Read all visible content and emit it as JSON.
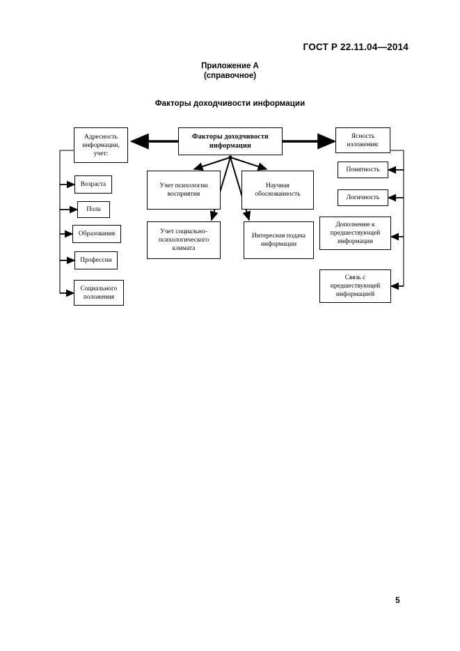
{
  "document": {
    "standard_header": "ГОСТ Р 22.11.04—2014",
    "page_number": "5",
    "appendix_line1": "Приложение А",
    "appendix_line2": "(справочное)",
    "figure_title": "Факторы доходчивости информации"
  },
  "diagram": {
    "type": "flowchart",
    "center": {
      "label": "Факторы  доходчивости информации"
    },
    "left_branch": {
      "head": {
        "label": "Адресность информации, учет:"
      },
      "items": [
        {
          "label": "Возраста"
        },
        {
          "label": "Пола"
        },
        {
          "label": "Образования"
        },
        {
          "label": "Профессии"
        },
        {
          "label": "Социального положения"
        }
      ]
    },
    "right_branch": {
      "head": {
        "label": "Ясность изложения:"
      },
      "items": [
        {
          "label": "Понятность"
        },
        {
          "label": "Логичность"
        },
        {
          "label": "Дополнение к предшествующей информации"
        },
        {
          "label": "Связь с предшествующей информацией"
        }
      ]
    },
    "middle_items": [
      {
        "label": "Учет психологии восприятия"
      },
      {
        "label": "Научная обоснованность"
      },
      {
        "label": "Учет социально-психологического климата"
      },
      {
        "label": "Интересная подача информации"
      }
    ],
    "colors": {
      "stroke": "#000000",
      "fill": "#ffffff",
      "page": "#ffffff"
    }
  }
}
